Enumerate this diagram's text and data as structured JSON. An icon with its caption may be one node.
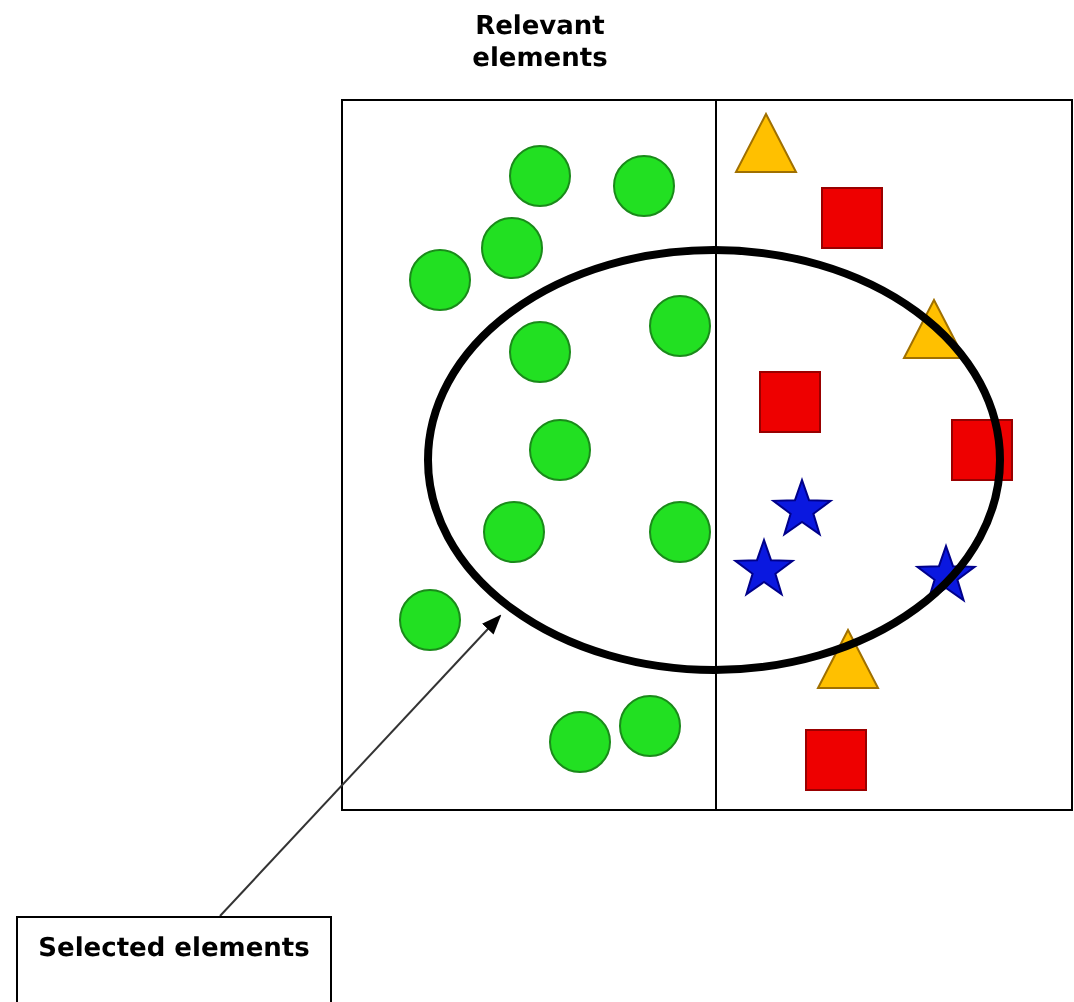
{
  "diagram": {
    "nodes": [
      {
        "text": [
          "Selected elements"
        ]
      },
      {
        "text": [],
        "shape": "circle"
      }
    ],
    "edges": [
      {
        "from": 0,
        "to": 1,
        "arrow": "to"
      }
    ],
    "labels": [
      "Relevant elements"
    ]
  }
}
